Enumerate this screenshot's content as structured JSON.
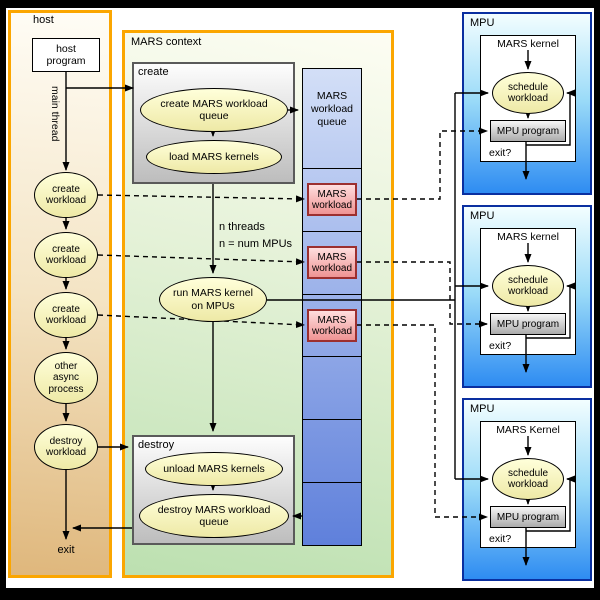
{
  "host": {
    "title": "host",
    "program_label": "host program",
    "main_thread_label": "main thread",
    "steps": [
      "create workload",
      "create workload",
      "create workload",
      "other async process",
      "destroy workload"
    ],
    "exit_label": "exit"
  },
  "mars_context": {
    "title": "MARS context",
    "create_section": {
      "title": "create",
      "create_queue_label": "create MARS workload queue",
      "load_kernels_label": "load MARS kernels"
    },
    "threads_note": [
      "n threads",
      "n = num MPUs"
    ],
    "run_label": "run MARS kernel on MPUs",
    "destroy_section": {
      "title": "destroy",
      "unload_kernels_label": "unload MARS kernels",
      "destroy_queue_label": "destroy MARS workload queue"
    },
    "queue": {
      "title": "MARS workload queue",
      "workloads": [
        "MARS workload",
        "MARS workload",
        "MARS workload"
      ]
    }
  },
  "mpus": [
    {
      "title": "MPU",
      "kernel_title": "MARS kernel",
      "schedule_label": "schedule workload",
      "program_label": "MPU program",
      "exit_label": "exit?"
    },
    {
      "title": "MPU",
      "kernel_title": "MARS kernel",
      "schedule_label": "schedule workload",
      "program_label": "MPU program",
      "exit_label": "exit?"
    },
    {
      "title": "MPU",
      "kernel_title": "MARS Kernel",
      "schedule_label": "schedule workload",
      "program_label": "MPU program",
      "exit_label": "exit?"
    }
  ],
  "colors": {
    "frame_orange": "#fba600",
    "node_yellow": "#ffffda",
    "workload_pink": "#ef9393",
    "queue_blue_top": "#d3dff7",
    "queue_blue_bottom": "#5f80db",
    "mpu_blue": "#2e8cf2"
  }
}
